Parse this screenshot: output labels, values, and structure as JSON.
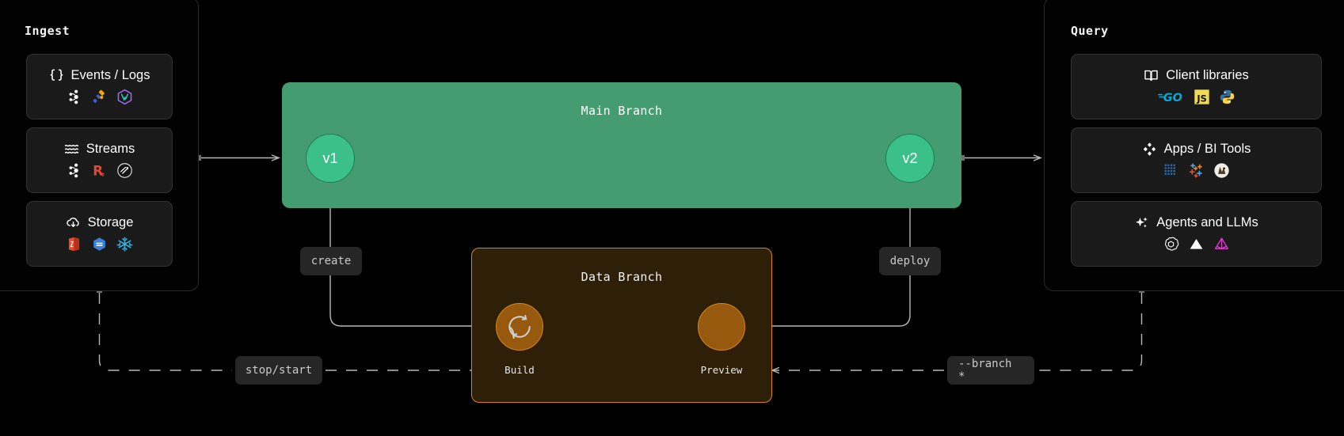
{
  "ingest": {
    "title": "Ingest",
    "cards": [
      {
        "label": "Events / Logs",
        "icon": "braces-icon",
        "logos": [
          "kafka-logo",
          "opentelemetry-logo",
          "vector-logo"
        ]
      },
      {
        "label": "Streams",
        "icon": "waves-icon",
        "logos": [
          "kafka-logo",
          "redpanda-logo",
          "warpstream-logo"
        ]
      },
      {
        "label": "Storage",
        "icon": "cloud-download-icon",
        "logos": [
          "aws-s3-logo",
          "google-cloud-storage-logo",
          "snowflake-logo"
        ]
      }
    ]
  },
  "query": {
    "title": "Query",
    "cards": [
      {
        "label": "Client libraries",
        "icon": "book-icon",
        "logos": [
          "go-logo",
          "javascript-logo",
          "python-logo"
        ]
      },
      {
        "label": "Apps / BI Tools",
        "icon": "diamonds-icon",
        "logos": [
          "grafana-logo",
          "superset-logo",
          "metabase-logo"
        ]
      },
      {
        "label": "Agents and LLMs",
        "icon": "sparkles-icon",
        "logos": [
          "openai-logo",
          "anthropic-logo",
          "langchain-logo"
        ]
      }
    ]
  },
  "main_branch": {
    "title": "Main Branch",
    "nodes": [
      {
        "id": "v1",
        "label": "v1"
      },
      {
        "id": "v2",
        "label": "v2"
      }
    ]
  },
  "data_branch": {
    "title": "Data Branch",
    "nodes": [
      {
        "id": "build",
        "label": "Build",
        "icon": "refresh-circle-icon"
      },
      {
        "id": "preview",
        "label": "Preview",
        "icon": "filled-circle-icon"
      }
    ]
  },
  "edge_labels": {
    "create": "create",
    "deploy": "deploy",
    "stop_start": "stop/start",
    "branch_flag": "--branch *"
  },
  "colors": {
    "background": "#000000",
    "main_branch_fill": "#459c70",
    "main_branch_node": "#3cc089",
    "data_branch_fill": "#2e1f08",
    "data_branch_border": "#d98416",
    "data_branch_node": "#96590e",
    "card_fill": "#1a1a1a",
    "card_border": "#333333",
    "wire": "#b8b8b8",
    "text": "#ffffff"
  }
}
